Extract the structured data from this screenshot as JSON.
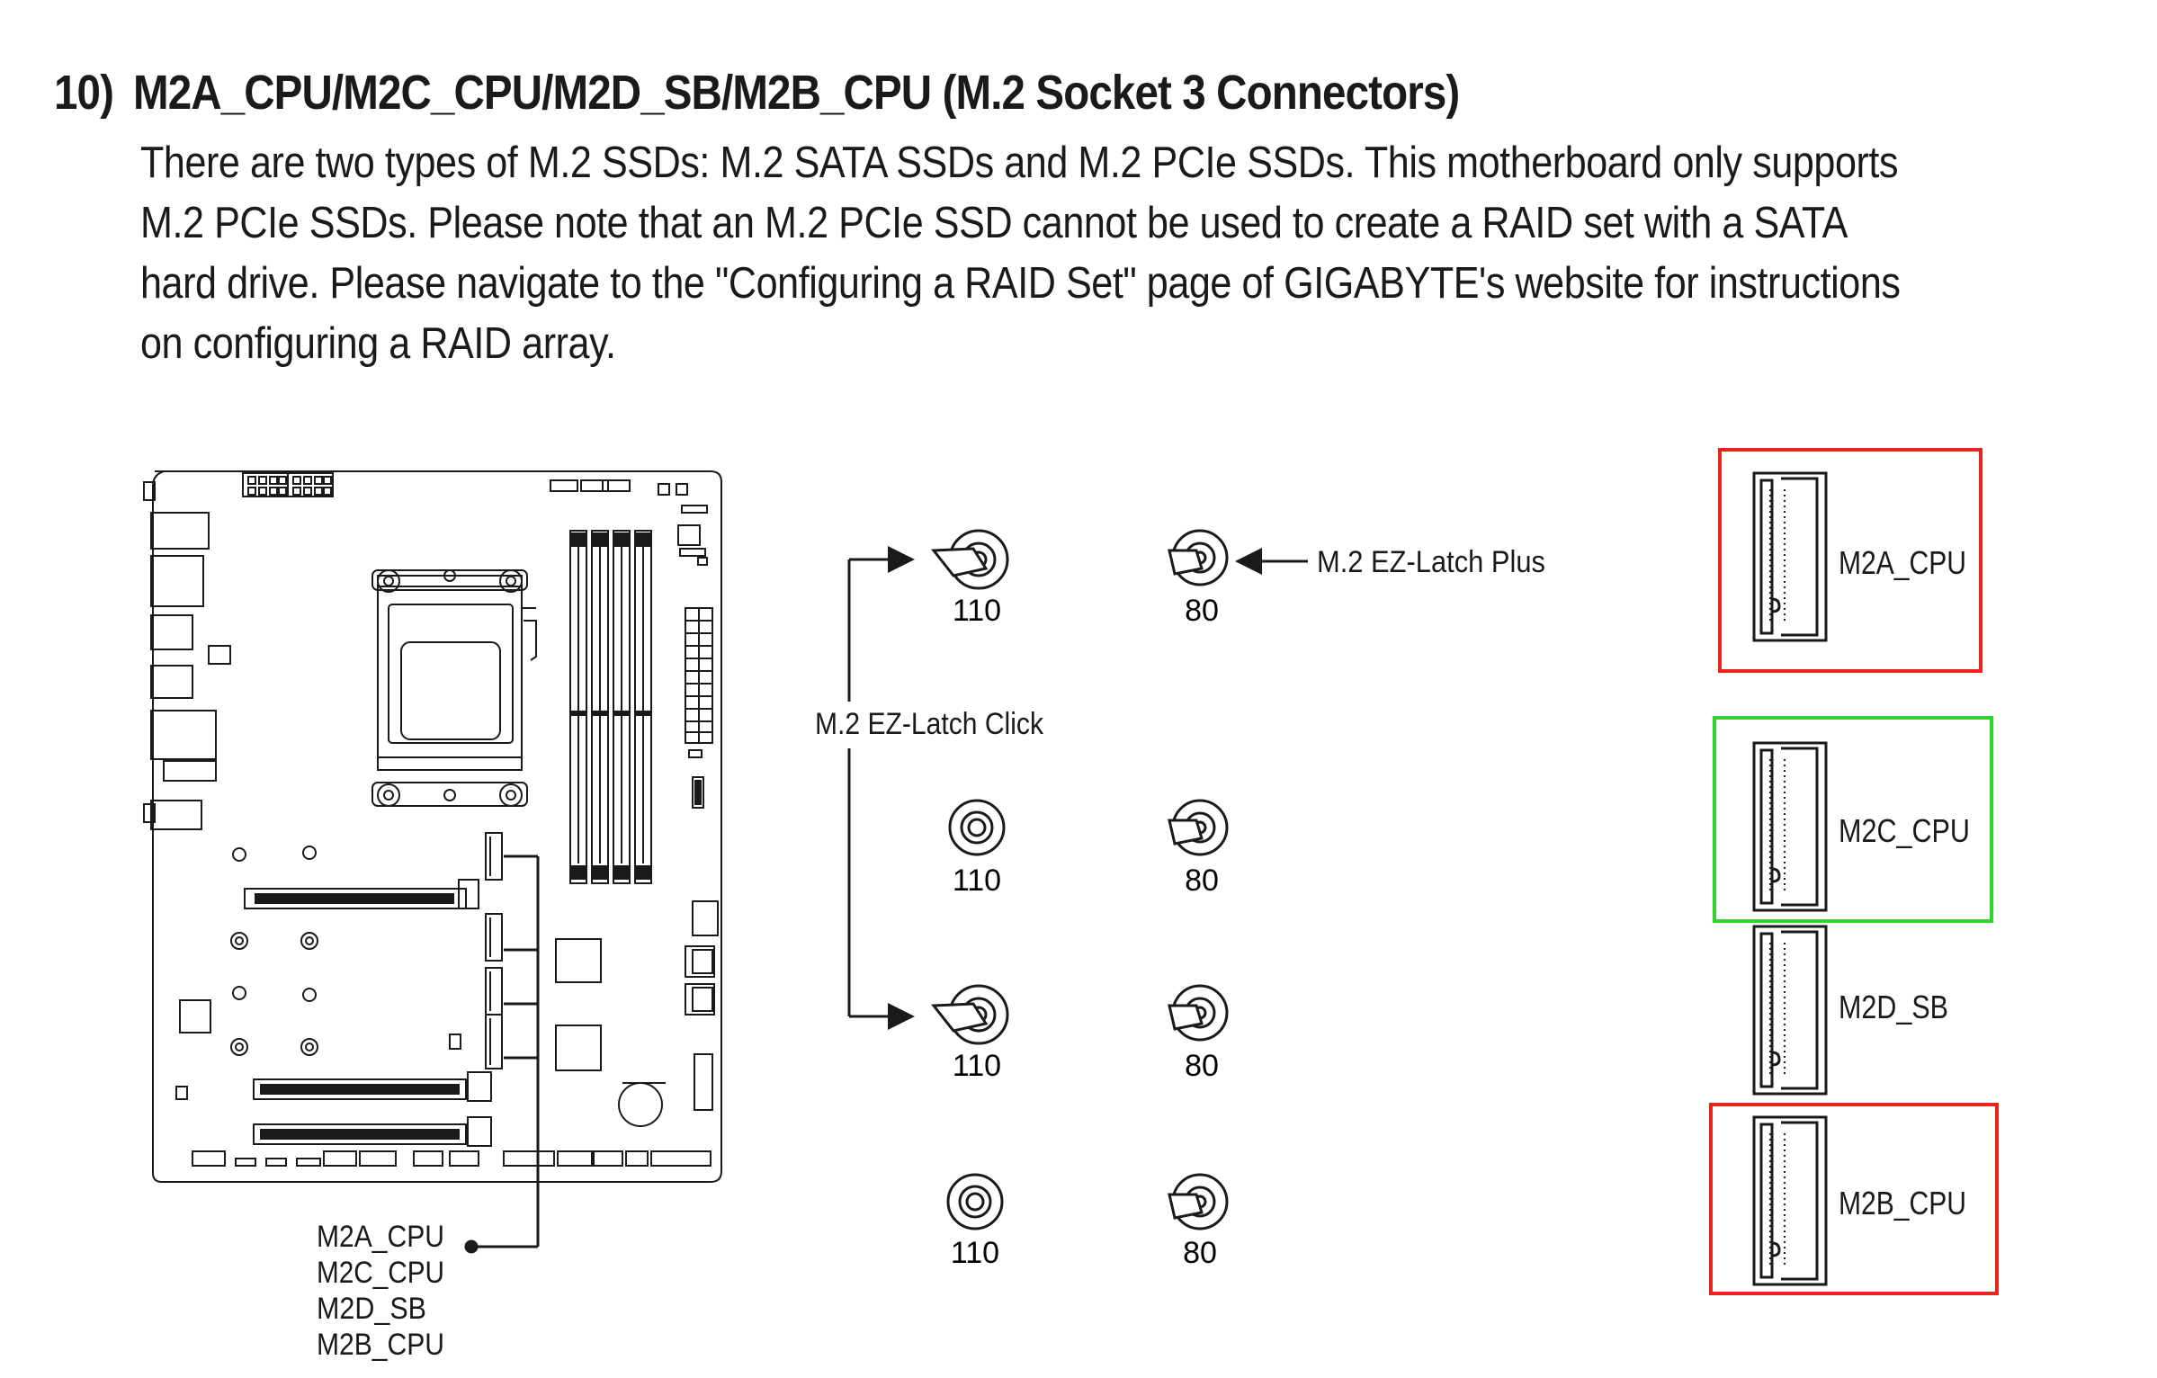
{
  "section": {
    "number": "10)",
    "title": "M2A_CPU/M2C_CPU/M2D_SB/M2B_CPU (M.2 Socket 3 Connectors)",
    "paragraph_lines": [
      "There are two types of M.2 SSDs: M.2 SATA SSDs and M.2 PCIe SSDs. This motherboard only supports",
      "M.2 PCIe SSDs. Please note that an M.2 PCIe SSD cannot be used to create a RAID set with a SATA",
      "hard drive. Please navigate to the \"Configuring a RAID Set\" page of GIGABYTE's website for instructions",
      "on configuring a RAID array."
    ]
  },
  "board_callout": {
    "labels": [
      "M2A_CPU",
      "M2C_CPU",
      "M2D_SB",
      "M2B_CPU"
    ]
  },
  "latches": {
    "click_label": "M.2 EZ-Latch Click",
    "plus_label": "M.2 EZ-Latch Plus",
    "row1": {
      "left": "110",
      "right": "80"
    },
    "row2": {
      "left": "110",
      "right": "80"
    },
    "row3": {
      "left": "110",
      "right": "80"
    },
    "row4": {
      "left": "110",
      "right": "80"
    }
  },
  "slots": [
    {
      "label": "M2A_CPU",
      "highlight": "#e8241f"
    },
    {
      "label": "M2C_CPU",
      "highlight": "#2fd52a"
    },
    {
      "label": "M2D_SB",
      "highlight": ""
    },
    {
      "label": "M2B_CPU",
      "highlight": "#e8241f"
    }
  ]
}
